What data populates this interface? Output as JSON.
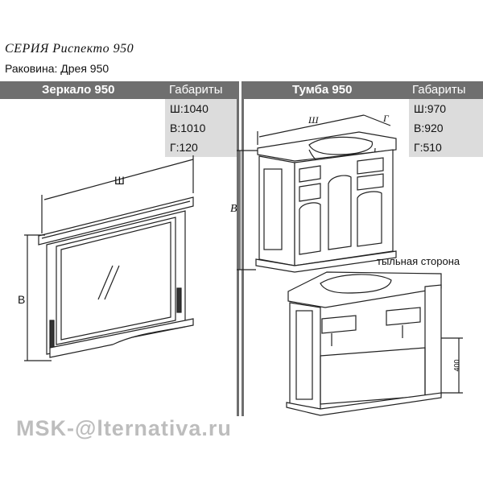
{
  "header": {
    "series": "СЕРИЯ  Риспекто 950",
    "sink": "Раковина: Дрея 950"
  },
  "mirror": {
    "title": "Зеркало 950",
    "dims_title": "Габариты",
    "dims": [
      "Ш:1040",
      "В:1010",
      "Г:120"
    ],
    "label_width": "Ш",
    "label_height": "В"
  },
  "cabinet": {
    "title": "Тумба 950",
    "dims_title": "Габариты",
    "dims": [
      "Ш:970",
      "В:920",
      "Г:510"
    ],
    "label_width": "Ш",
    "label_depth": "Г",
    "label_height": "В",
    "rear_label": "тыльная сторона",
    "rear_height": "400"
  },
  "watermark": "MSK-@lternativa.ru",
  "colors": {
    "bar": "#6f6f6f",
    "spec_bg": "#dcdcdc",
    "line": "#222222"
  }
}
